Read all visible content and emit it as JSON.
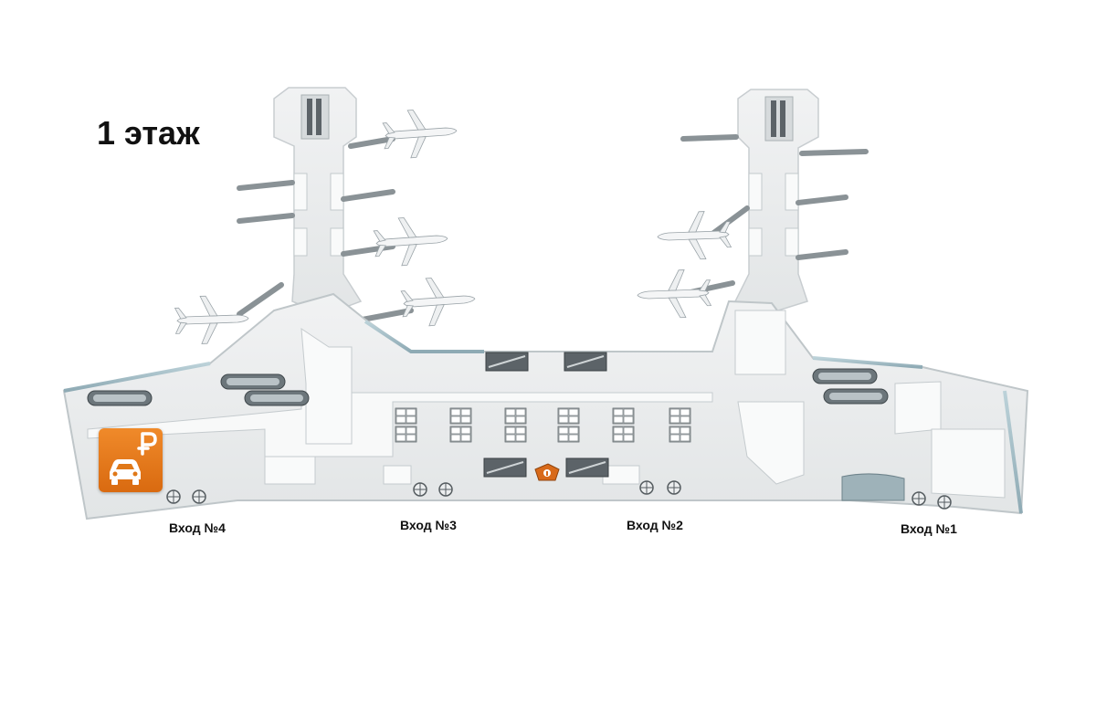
{
  "floor": {
    "title": "1 этаж"
  },
  "entrances": [
    {
      "label": "Вход №4"
    },
    {
      "label": "Вход №3"
    },
    {
      "label": "Вход №2"
    },
    {
      "label": "Вход №1"
    }
  ],
  "icons": {
    "parking": "car-parking-paid-icon",
    "info": "info-desk-icon",
    "airplane": "airplane-icon",
    "escalator": "escalator-icon",
    "revolving_door": "revolving-door-icon"
  },
  "colors": {
    "parking_badge": "#e07818",
    "info_badge": "#d86a1a",
    "floor_fill": "#eceeef",
    "wall": "#f7f8f8",
    "glass": "#a9c3cc"
  }
}
